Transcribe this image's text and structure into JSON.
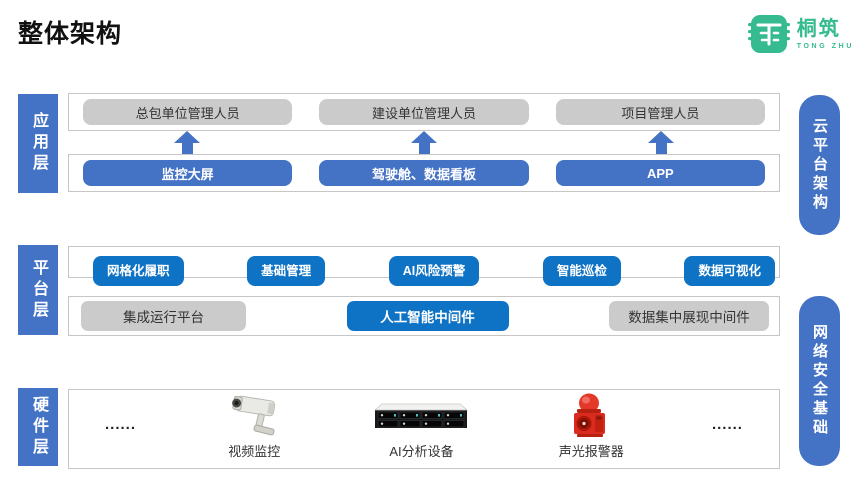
{
  "page": {
    "title": "整体架构"
  },
  "logo": {
    "name": "桐筑",
    "subtitle": "TONG ZHU"
  },
  "layers": {
    "application": {
      "label": "应用层",
      "users": [
        "总包单位管理人员",
        "建设单位管理人员",
        "项目管理人员"
      ],
      "apps": [
        "监控大屏",
        "驾驶舱、数据看板",
        "APP"
      ]
    },
    "platform": {
      "label": "平台层",
      "capabilities": [
        "网格化履职",
        "基础管理",
        "AI风险预警",
        "智能巡检",
        "数据可视化"
      ],
      "middleware": [
        "集成运行平台",
        "人工智能中间件",
        "数据集中展现中间件"
      ]
    },
    "hardware": {
      "label": "硬件层",
      "ellipsis_left": "......",
      "ellipsis_right": "......",
      "devices": [
        "视频监控",
        "AI分析设备",
        "声光报警器"
      ]
    }
  },
  "side_labels": {
    "cloud": "云平台架构",
    "security": "网络安全基础"
  },
  "colors": {
    "accent_blue_muted": "#4472c4",
    "accent_blue_vivid": "#0e72c5",
    "box_gray": "#cbcbcb",
    "logo_green": "#35bb8f",
    "alarm_red": "#d92b1f"
  }
}
